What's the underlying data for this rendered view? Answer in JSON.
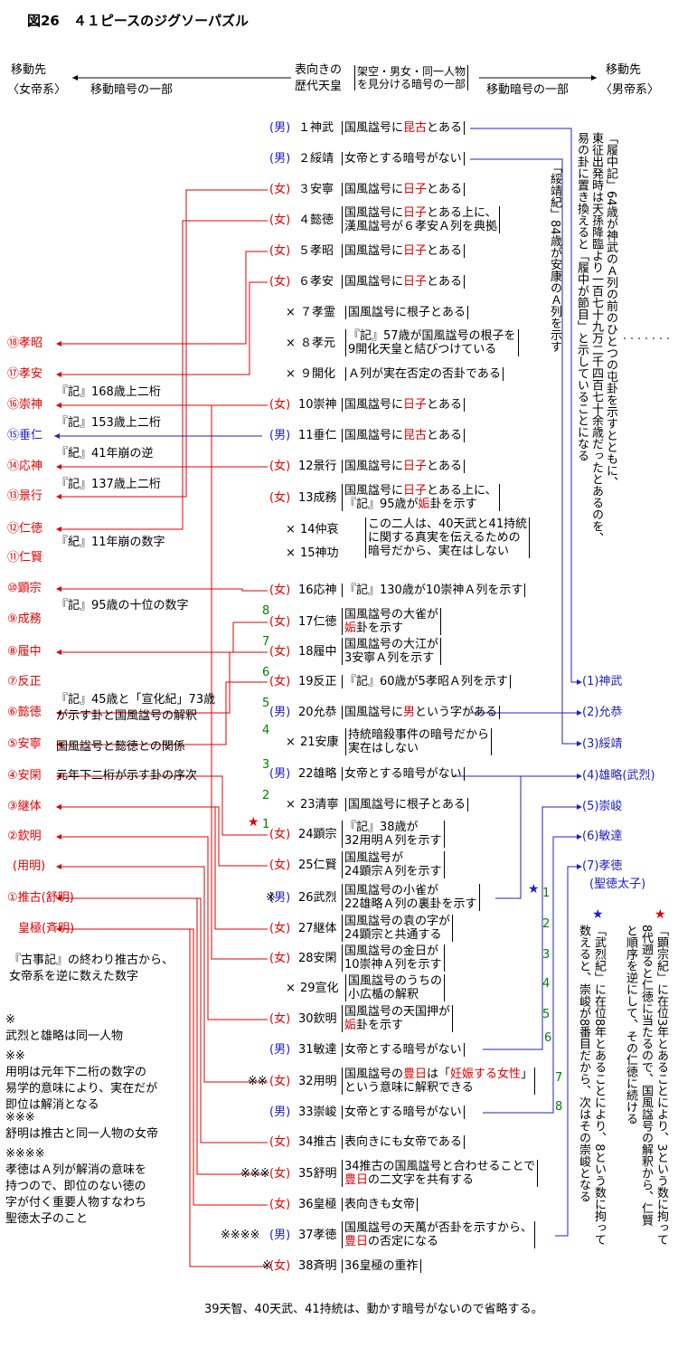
{
  "title": "図26　４１ピースのジグソーパズル",
  "header": {
    "left_dest": "移動先",
    "left_kind": "〈女帝系〉",
    "left_arrow": "移動暗号の一部",
    "center_top": "表向きの",
    "center_bottom": "歴代天皇",
    "center_note_top": "架空・男女・同一人物",
    "center_note_bottom": "を見分ける暗号の一部",
    "right_arrow": "移動暗号の一部",
    "right_dest": "移動先",
    "right_kind": "〈男帝系〉"
  },
  "emperors": [
    {
      "tag": "(男)",
      "name": "１神武",
      "note": [
        [
          "国風諡号に",
          ""
        ],
        [
          "昆古",
          "r"
        ],
        [
          "とある",
          ""
        ]
      ]
    },
    {
      "tag": "(男)",
      "name": "２綏靖",
      "note": [
        [
          "女帝とする暗号がない",
          ""
        ]
      ]
    },
    {
      "tag": "(女)",
      "name": "３安寧",
      "note": [
        [
          "国風諡号に",
          ""
        ],
        [
          "日子",
          "r"
        ],
        [
          "とある",
          ""
        ]
      ]
    },
    {
      "tag": "(女)",
      "name": "４懿徳",
      "note": [
        [
          "国風諡号に",
          ""
        ],
        [
          "日子",
          "r"
        ],
        [
          "とある上に、",
          ""
        ]
      ],
      "note2": "漢風諡号が６孝安Ａ列を典拠"
    },
    {
      "tag": "(女)",
      "name": "５孝昭",
      "note": [
        [
          "国風諡号に",
          ""
        ],
        [
          "日子",
          "r"
        ],
        [
          "とある",
          ""
        ]
      ]
    },
    {
      "tag": "(女)",
      "name": "６孝安",
      "note": [
        [
          "国風諡号に",
          ""
        ],
        [
          "日子",
          "r"
        ],
        [
          "とある",
          ""
        ]
      ]
    },
    {
      "tag": "×",
      "name": "７孝霊",
      "note": [
        [
          "国風諡号に根子とある",
          ""
        ]
      ]
    },
    {
      "tag": "×",
      "name": "８孝元",
      "note": [
        [
          "『記』57歳が国風諡号の根子を",
          ""
        ]
      ],
      "note2": "9開化天皇と結びつけている"
    },
    {
      "tag": "×",
      "name": "９開化",
      "note": [
        [
          "Ａ列が実在否定の否卦である",
          ""
        ]
      ]
    },
    {
      "tag": "(女)",
      "name": "10崇神",
      "note": [
        [
          "国風諡号に",
          ""
        ],
        [
          "日子",
          "r"
        ],
        [
          "とある",
          ""
        ]
      ]
    },
    {
      "tag": "(男)",
      "name": "11垂仁",
      "note": [
        [
          "国風諡号に",
          ""
        ],
        [
          "昆古",
          "r"
        ],
        [
          "とある",
          ""
        ]
      ]
    },
    {
      "tag": "(女)",
      "name": "12景行",
      "note": [
        [
          "国風諡号に",
          ""
        ],
        [
          "日子",
          "r"
        ],
        [
          "とある",
          ""
        ]
      ]
    },
    {
      "tag": "(女)",
      "name": "13成務",
      "note": [
        [
          "国風諡号に",
          ""
        ],
        [
          "日子",
          "r"
        ],
        [
          "とある上に、",
          ""
        ]
      ],
      "note2a": "『記』95歳が",
      "note2b": "姤",
      "note2c": "卦を示す"
    },
    {
      "tag": "×",
      "name": "14仲哀"
    },
    {
      "tag": "×",
      "name": "15神功"
    },
    {
      "tag": "(女)",
      "name": "16応神",
      "note": [
        [
          "『記』130歳が10崇神Ａ列を示す",
          ""
        ]
      ]
    },
    {
      "tag": "(女)",
      "name": "17仁徳",
      "note": [
        [
          "国風諡号の大雀が",
          ""
        ]
      ],
      "note2a": "",
      "note2b": "姤",
      "note2c": "卦を示す"
    },
    {
      "tag": "(女)",
      "name": "18履中",
      "note": [
        [
          "国風諡号の大江が",
          ""
        ]
      ],
      "note2": "3安寧Ａ列を示す"
    },
    {
      "tag": "(女)",
      "name": "19反正",
      "note": [
        [
          "『記』60歳が5孝昭Ａ列を示す",
          ""
        ]
      ]
    },
    {
      "tag": "(男)",
      "name": "20允恭",
      "note": [
        [
          "国風諡号に",
          ""
        ],
        [
          "男",
          "r"
        ],
        [
          "という字がある",
          ""
        ]
      ]
    },
    {
      "tag": "×",
      "name": "21安康",
      "note": [
        [
          "持統暗殺事件の暗号だから",
          ""
        ]
      ],
      "note2": "実在はしない"
    },
    {
      "tag": "(男)",
      "name": "22雄略",
      "note": [
        [
          "女帝とする暗号がない",
          ""
        ]
      ]
    },
    {
      "tag": "×",
      "name": "23清寧",
      "note": [
        [
          "国風諡号に根子とある",
          ""
        ]
      ]
    },
    {
      "tag": "(女)",
      "name": "24顕宗",
      "note": [
        [
          "『記』38歳が",
          ""
        ]
      ],
      "note2": "32用明Ａ列を示す"
    },
    {
      "tag": "(女)",
      "name": "25仁賢",
      "note": [
        [
          "国風諡号が",
          ""
        ]
      ],
      "note2": "24顕宗Ａ列を示す"
    },
    {
      "tag": "(男)",
      "name": "26武烈",
      "note": [
        [
          "国風諡号の小雀が",
          ""
        ]
      ],
      "note2": "22雄略Ａ列の裏卦を示す"
    },
    {
      "tag": "(女)",
      "name": "27継体",
      "note": [
        [
          "国風諡号の袁の字が",
          ""
        ]
      ],
      "note2": "24顕宗と共通する"
    },
    {
      "tag": "(女)",
      "name": "28安閑",
      "note": [
        [
          "国風諡号の金日が",
          ""
        ]
      ],
      "note2": "10崇神Ａ列を示す"
    },
    {
      "tag": "×",
      "name": "29宣化",
      "note": [
        [
          "国風諡号のうちの",
          ""
        ]
      ],
      "note2": "小広楯の解釈"
    },
    {
      "tag": "(女)",
      "name": "30欽明",
      "note": [
        [
          "国風諡号の天国押が",
          ""
        ]
      ],
      "note2a": "",
      "note2b": "姤",
      "note2c": "卦を示す"
    },
    {
      "tag": "(男)",
      "name": "31敏達",
      "note": [
        [
          "女帝とする暗号がない",
          ""
        ]
      ]
    },
    {
      "tag": "(女)",
      "name": "32用明",
      "note": [
        [
          "国風諡号の",
          ""
        ],
        [
          "豊日",
          "r"
        ],
        [
          "は「",
          ""
        ],
        [
          "妊娠する女性",
          "r"
        ],
        [
          "」",
          ""
        ]
      ],
      "note2": "という意味に解釈できる"
    },
    {
      "tag": "(男)",
      "name": "33崇峻",
      "note": [
        [
          "女帝とする暗号がない",
          ""
        ]
      ]
    },
    {
      "tag": "(女)",
      "name": "34推古",
      "note": [
        [
          "表向きにも女帝である",
          ""
        ]
      ]
    },
    {
      "tag": "(女)",
      "name": "35舒明",
      "note": [
        [
          "34推古の国風諡号と合わせることで",
          ""
        ]
      ],
      "note2a": "",
      "note2b": "豊日",
      "note2c": "の二文字を共有する"
    },
    {
      "tag": "(女)",
      "name": "36皇極",
      "note": [
        [
          "表向きも女帝",
          ""
        ]
      ]
    },
    {
      "tag": "(男)",
      "name": "37孝徳",
      "note": [
        [
          "国風諡号の天萬が否卦を示すから、",
          ""
        ]
      ],
      "note2a": "",
      "note2b": "豊日",
      "note2c": "の否定になる"
    },
    {
      "tag": "(女)",
      "name": "38斉明",
      "note": [
        [
          "36皇極の重祚",
          ""
        ]
      ]
    }
  ],
  "prefix": {
    "m26": "※",
    "m32": "※※",
    "m35": "※※※",
    "m37": "※※※※",
    "m38": "※"
  },
  "joint_note": {
    "l1": "この二人は、40天武と41持統",
    "l2": "に関する真実を伝えるための",
    "l3": "暗号だから、実在はしない"
  },
  "left_list": [
    "⑱孝昭",
    "⑰孝安",
    "⑯崇神",
    "⑮垂仁",
    "⑭応神",
    "⑬景行",
    "⑫仁徳",
    "⑪仁賢",
    "⑩顕宗",
    "⑨成務",
    "⑧履中",
    "⑦反正",
    "⑥懿徳",
    "⑤安寧",
    "④安閑",
    "③継体",
    "②欽明",
    "(用明)",
    "①推古(舒明)",
    "皇極(斉明)"
  ],
  "left_notes": {
    "n16": "『記』168歳上二桁",
    "n15": "『記』153歳上二桁",
    "n14": "『紀』41年崩の逆",
    "n13": "『記』137歳上二桁",
    "n11": "『紀』11年崩の数字",
    "n9": "『記』95歳の十位の数字",
    "n6a": "『記』45歳と「宣化紀」73歳",
    "n6b": "が示す卦と国風諡号の解釈",
    "n5": "国風諡号と懿徳との関係",
    "n4": "元年下二桁が示す卦の序次"
  },
  "right_list": [
    "(1)神武",
    "(2)允恭",
    "(3)綏靖",
    "(4)雄略(武烈)",
    "(5)崇峻",
    "(6)敏達",
    "(7)孝徳",
    "(聖徳太子)"
  ],
  "green_top": [
    "8",
    "7",
    "6",
    "5",
    "4",
    "3",
    "2",
    "1"
  ],
  "green_bottom": [
    "1",
    "2",
    "3",
    "4",
    "5",
    "6",
    "7",
    "8"
  ],
  "vertical": {
    "v1": "「綏靖紀」84歳が安康のＡ列を示す",
    "v2a": "「履中記」64歳が神武のＡ列の前のひとつの屯卦を示すとともに、",
    "v2b": "東征出発時は天孫降臨より一百七十九万二千四百七十余歳だったとあるのを、",
    "v2c": "易の卦に置き換えると「履中が節目」と示していることになる",
    "v3a": "「武烈紀」に在位8年とあることにより、8という数に拘って",
    "v3b": "数えると、崇峻が8番目だから、次はその崇峻となる",
    "v4a": "「顕宗紀」に在位3年とあることにより、3という数に拘って",
    "v4b": "8代遡ると仁徳に当たるので、国風諡号の解釈から、仁賢",
    "v4c": "と順序を逆にして、その仁徳に続ける"
  },
  "star_labels": {
    "red": "★",
    "blue": "★"
  },
  "notes": {
    "n1a": "『古事記』の終わり推古から、",
    "n1b": "女帝系を逆に数えた数字",
    "n2a": "※",
    "n2b": "武烈と雄略は同一人物",
    "n3a": "※※",
    "n3b": "用明は元年下二桁の数字の",
    "n3c": "易学的意味により、実在だが",
    "n3d": "即位は解消となる",
    "n4a": "※※※",
    "n4b": "舒明は推古と同一人物の女帝",
    "n5a": "※※※※",
    "n5b": "孝徳はＡ列が解消の意味を",
    "n5c": "持つので、即位のない徳の",
    "n5d": "字が付く重要人物すなわち",
    "n5e": "聖徳太子のこと"
  },
  "footer": "39天智、40天武、41持統は、動かす暗号がないので省略する。",
  "colors": {
    "male": "#2020c0",
    "female": "#e00000",
    "green": "#008000"
  }
}
